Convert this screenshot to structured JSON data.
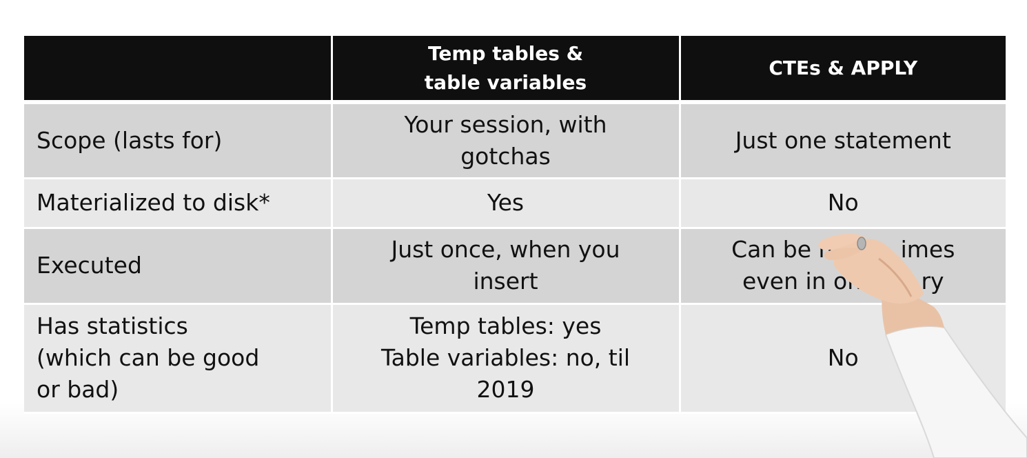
{
  "table": {
    "headers": [
      "",
      "Temp tables &\ntable variables",
      "CTEs & APPLY"
    ],
    "rows": [
      {
        "label": "Scope (lasts for)",
        "temp": "Your session, with\ngotchas",
        "cte": "Just one statement"
      },
      {
        "label": "Materialized to disk*",
        "temp": "Yes",
        "cte": "No"
      },
      {
        "label": "Executed",
        "temp": "Just once, when you\ninsert",
        "cte": "Can be mu  imes\neven in one  ry"
      },
      {
        "label": "Has statistics\n(which can be good\nor bad)",
        "temp": "Temp tables: yes\nTable variables: no, til\n2019",
        "cte": "No"
      }
    ]
  },
  "colors": {
    "header_bg": "#0f0f0f",
    "row_dark": "#d4d4d4",
    "row_light": "#e8e8e8"
  },
  "overlay": {
    "icon": "presenter-hand-icon"
  }
}
